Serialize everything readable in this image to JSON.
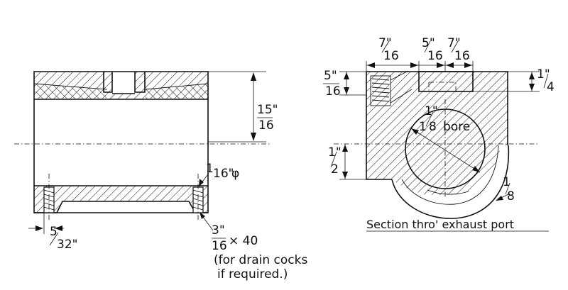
{
  "left_view": {
    "wall_dimension": {
      "num": "15\"",
      "den": "16"
    },
    "hole_dia": {
      "whole": "1",
      "num": "16\"",
      "suffix": "φ"
    },
    "recess_dimension": {
      "num": "5",
      "den": "32\""
    },
    "tapped_hole": {
      "num": "3\"",
      "den": "16",
      "suffix": "× 40"
    },
    "note_line1": "(for drain cocks",
    "note_line2": "if required.)"
  },
  "right_view": {
    "top_dim_left": {
      "num": "7\"",
      "den": "16"
    },
    "top_dim_mid": {
      "num": "5\"",
      "den": "16"
    },
    "top_dim_right": {
      "num": "7\"",
      "den": "16"
    },
    "left_dim": {
      "num": "5\"",
      "den": "16"
    },
    "right_dim": {
      "num": "1\"",
      "den": "4"
    },
    "bore_dim": {
      "whole": "1",
      "num": "1\"",
      "den": "8",
      "label": "bore"
    },
    "lower_dim": {
      "num": "1\"",
      "den": "2"
    },
    "wall_thk": {
      "num": "1",
      "den": "8"
    },
    "caption": "Section thro' exhaust port"
  }
}
